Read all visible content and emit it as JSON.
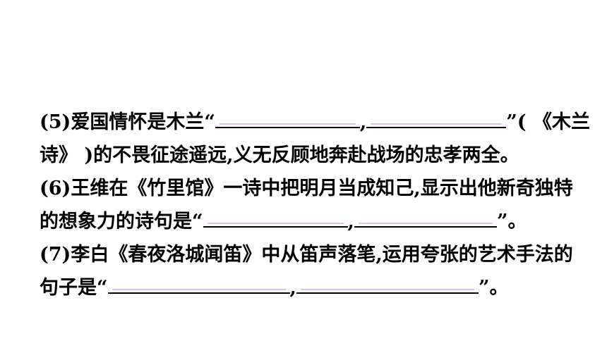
{
  "questions": {
    "q5": {
      "line1_before": "(5)爱国情怀是木兰“",
      "sep": ",",
      "line1_after": "”(  《木兰",
      "line2": "诗》 )的不畏征途遥远,义无反顾地奔赴战场的忠孝两全。"
    },
    "q6": {
      "line1": "(6)王维在《竹里馆》一诗中把明月当成知己,显示出他新奇独特",
      "line2_before": "的想象力的诗句是“",
      "sep": ",",
      "line2_after": "”。"
    },
    "q7": {
      "line1": "(7)李白《春夜洛城闻笛》中从笛声落笔,运用夸张的艺术手法的",
      "line2_before": "句子是“",
      "sep": ",",
      "line2_after": "”。"
    }
  },
  "colors": {
    "text": "#000000",
    "faded_answer": "#c98ad8"
  }
}
